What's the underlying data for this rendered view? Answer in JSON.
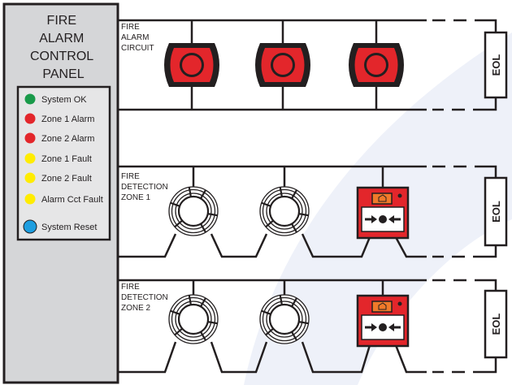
{
  "panel": {
    "title_lines": [
      "FIRE",
      "ALARM",
      "CONTROL",
      "PANEL"
    ],
    "indicators": [
      {
        "label": "System OK",
        "color": "#1a9a4a"
      },
      {
        "label": "Zone 1 Alarm",
        "color": "#e3262b"
      },
      {
        "label": "Zone 2 Alarm",
        "color": "#e3262b"
      },
      {
        "label": "Zone 1 Fault",
        "color": "#ffec00"
      },
      {
        "label": "Zone 2 Fault",
        "color": "#ffec00"
      },
      {
        "label": "Alarm Cct Fault",
        "color": "#ffec00"
      },
      {
        "label": "System Reset",
        "color": "#1e9ee0"
      }
    ]
  },
  "circuits": [
    {
      "label_lines": [
        "FIRE",
        "ALARM",
        "CIRCUIT"
      ],
      "eol": "EOL"
    },
    {
      "label_lines": [
        "FIRE",
        "DETECTION",
        "ZONE 1"
      ],
      "eol": "EOL"
    },
    {
      "label_lines": [
        "FIRE",
        "DETECTION",
        "ZONE 2"
      ],
      "eol": "EOL"
    }
  ]
}
